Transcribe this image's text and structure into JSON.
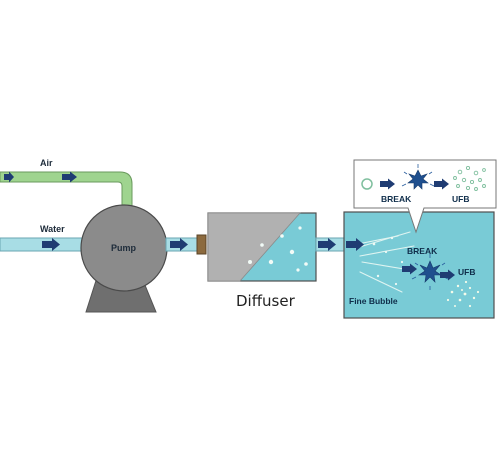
{
  "labels": {
    "air": "Air",
    "water": "Water",
    "pump": "Pump",
    "diffuser": "Diffuser",
    "fine_bubble": "Fine Bubble",
    "break_tank": "BREAK",
    "ufb_tank": "UFB",
    "break_callout": "BREAK",
    "ufb_callout": "UFB"
  },
  "colors": {
    "air_pipe": "#9fd48f",
    "water_pipe": "#a8dde5",
    "water_tank": "#79cbd6",
    "arrow": "#1f3c73",
    "pump_body": "#8b8b8b",
    "pump_base": "#6f6f6f",
    "diffuser_cone": "#b1b1b1",
    "coupling": "#8c6a3e",
    "starburst": "#1f4f8e",
    "bubble_ring": "#7fbf9e"
  },
  "icons": [
    "flow-arrow-icon",
    "starburst-icon",
    "bubble-ring-icon"
  ]
}
